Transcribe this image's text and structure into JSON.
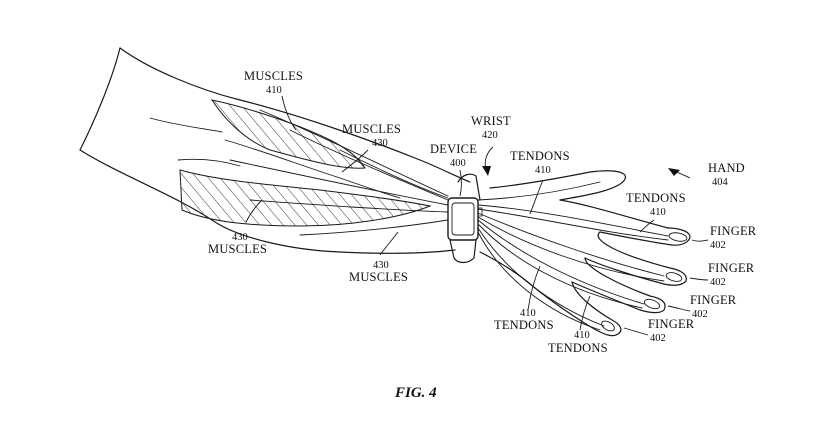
{
  "labels": {
    "muscles_410": {
      "word": "MUSCLES",
      "num": "410"
    },
    "muscles_430_top": {
      "word": "MUSCLES",
      "num": "430"
    },
    "muscles_430_left": {
      "word": "MUSCLES",
      "num": "430"
    },
    "muscles_430_bottom": {
      "word": "MUSCLES",
      "num": "430"
    },
    "device": {
      "word": "DEVICE",
      "num": "400"
    },
    "wrist": {
      "word": "WRIST",
      "num": "420"
    },
    "tendons_top": {
      "word": "TENDONS",
      "num": "410"
    },
    "hand": {
      "word": "HAND",
      "num": "404"
    },
    "tendons_hand": {
      "word": "TENDONS",
      "num": "410"
    },
    "finger_1": {
      "word": "FINGER",
      "num": "402"
    },
    "finger_2": {
      "word": "FINGER",
      "num": "402"
    },
    "finger_3": {
      "word": "FINGER",
      "num": "402"
    },
    "finger_4": {
      "word": "FINGER",
      "num": "402"
    },
    "tendons_mid": {
      "word": "TENDONS",
      "num": "410"
    },
    "tendons_low": {
      "word": "TENDONS",
      "num": "410"
    }
  },
  "caption": "FIG. 4"
}
